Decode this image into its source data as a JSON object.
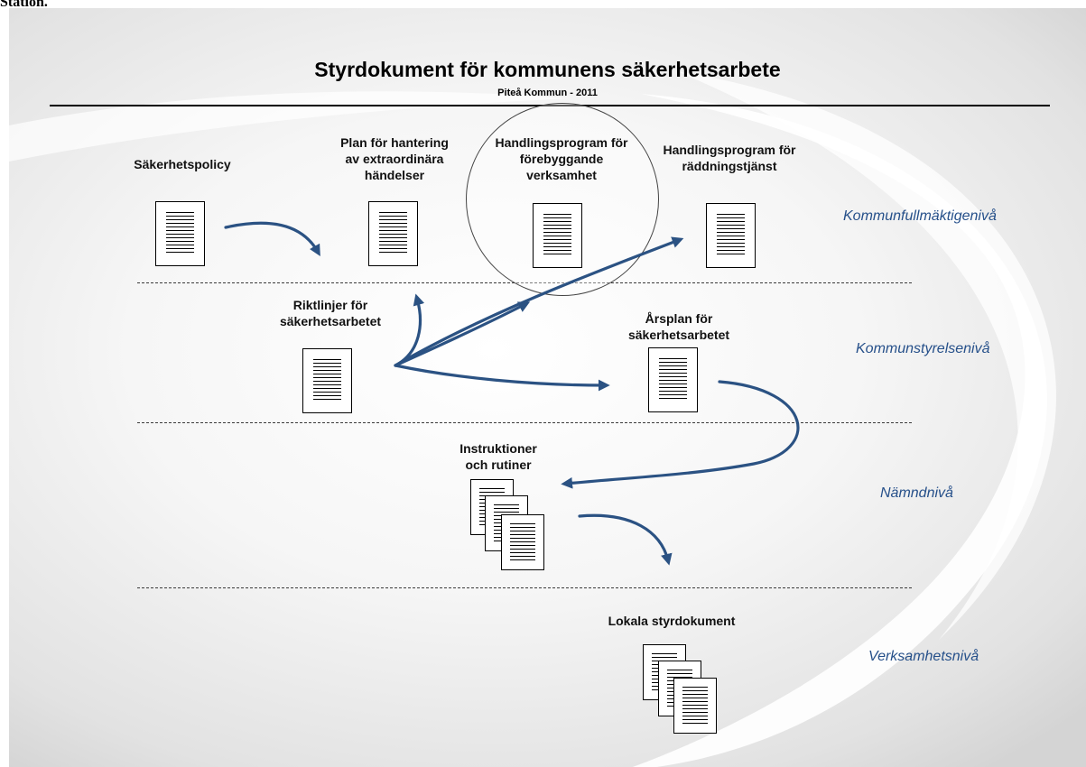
{
  "page_top_text": "Station.",
  "diagram": {
    "title": "Styrdokument för kommunens säkerhetsarbete",
    "subtitle": "Piteå Kommun - 2011",
    "levels": {
      "kommunfullmaktige": "Kommunfullmäktigenivå",
      "kommunstyrelse": "Kommunstyrelsenivå",
      "namnd": "Nämndnivå",
      "verksamhet": "Verksamhetsnivå"
    },
    "documents": {
      "sakerhetspolicy": "Säkerhetspolicy",
      "plan_extraordinara": "Plan för hantering\nav extraordinära\nhändelser",
      "handlingsprogram_forebyggande": "Handlingsprogram för\nförebyggande\nverksamhet",
      "handlingsprogram_raddning": "Handlingsprogram för\nräddningstjänst",
      "riktlinjer": "Riktlinjer för\nsäkerhetsarbetet",
      "arsplan": "Årsplan för\nsäkerhetsarbetet",
      "instruktioner": "Instruktioner\noch rutiner",
      "lokala": "Lokala styrdokument"
    },
    "colors": {
      "arrow": "#2b5283",
      "level_text": "#26508a"
    }
  }
}
